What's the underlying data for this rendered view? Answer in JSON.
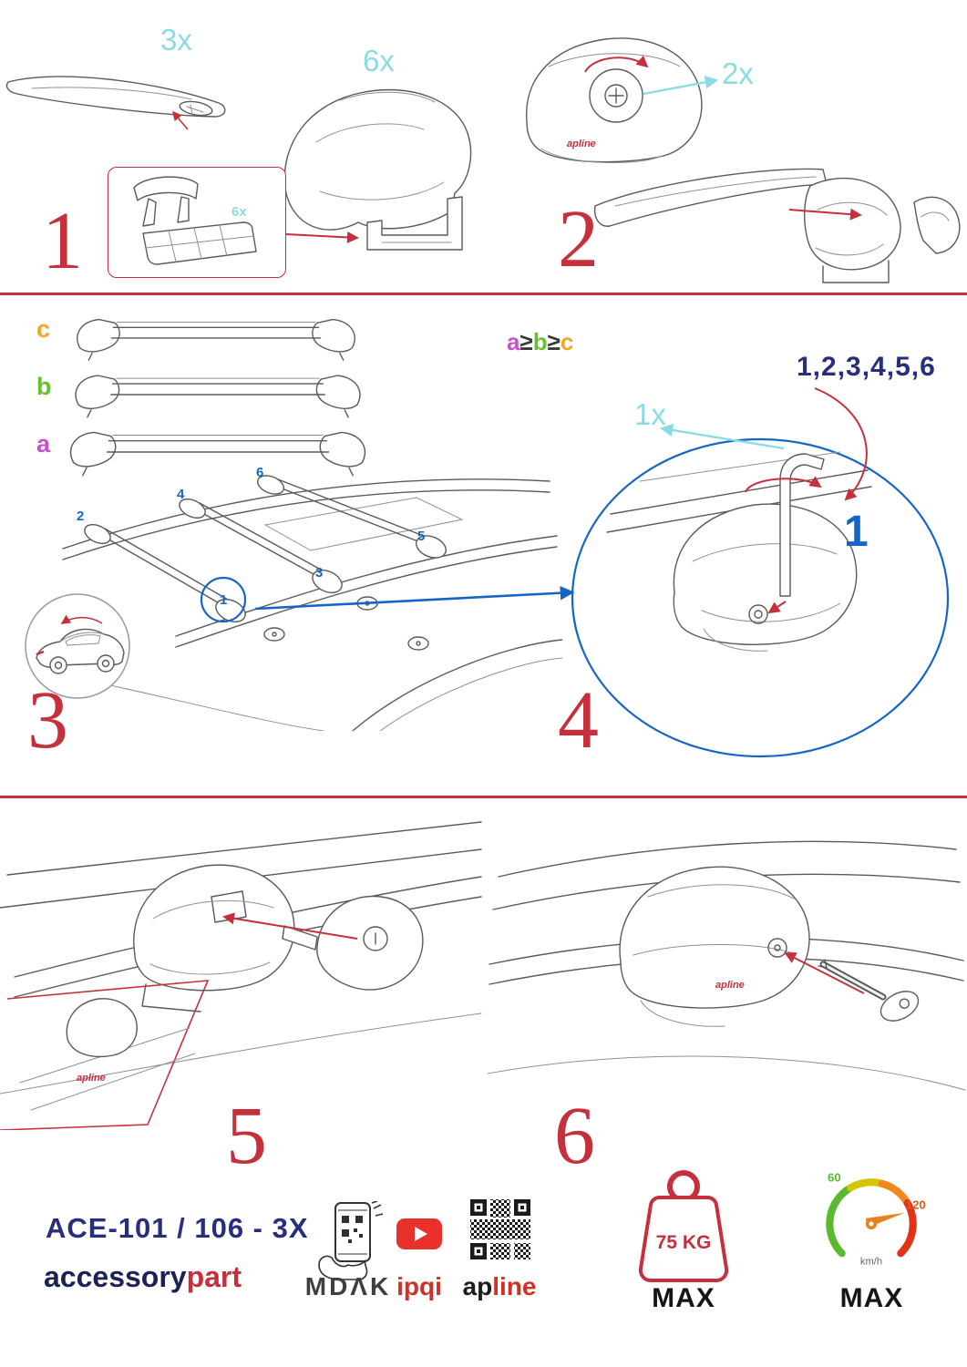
{
  "colors": {
    "red": "#c5303c",
    "cyan": "#8adbe4",
    "blue": "#1565c8",
    "navy": "#272e7d",
    "green": "#66c22c",
    "orange": "#f2a71f",
    "magenta": "#c94fd1"
  },
  "steps": {
    "s1": {
      "number": "1",
      "qty_bar": "3x",
      "qty_foot": "6x",
      "qty_pad": "6x"
    },
    "s2": {
      "number": "2",
      "qty_knob": "2x"
    },
    "s3": {
      "number": "3",
      "label_a": "a",
      "label_b": "b",
      "label_c": "c",
      "rule_a": "a",
      "rule_ge1": "≥",
      "rule_b": "b",
      "rule_ge2": "≥",
      "rule_c": "c",
      "positions": [
        "1",
        "2",
        "3",
        "4",
        "5",
        "6"
      ]
    },
    "s4": {
      "number": "4",
      "qty_key": "1x",
      "sequence": "1,2,3,4,5,6",
      "start": "1"
    },
    "s5": {
      "number": "5"
    },
    "s6": {
      "number": "6"
    }
  },
  "brand_mark": "apline",
  "footer": {
    "model": "ACE-101 / 106 - 3X",
    "brand_accessory": "accessory",
    "brand_part": "part",
    "logo_mdak": "MDΛK",
    "logo_ipqi": "ipqi",
    "logo_ap": "ap",
    "logo_line": "line",
    "weight_value": "75 KG",
    "weight_max": "MAX",
    "speed_low": "60",
    "speed_high": "120",
    "speed_unit": "km/h",
    "speed_max": "MAX"
  }
}
